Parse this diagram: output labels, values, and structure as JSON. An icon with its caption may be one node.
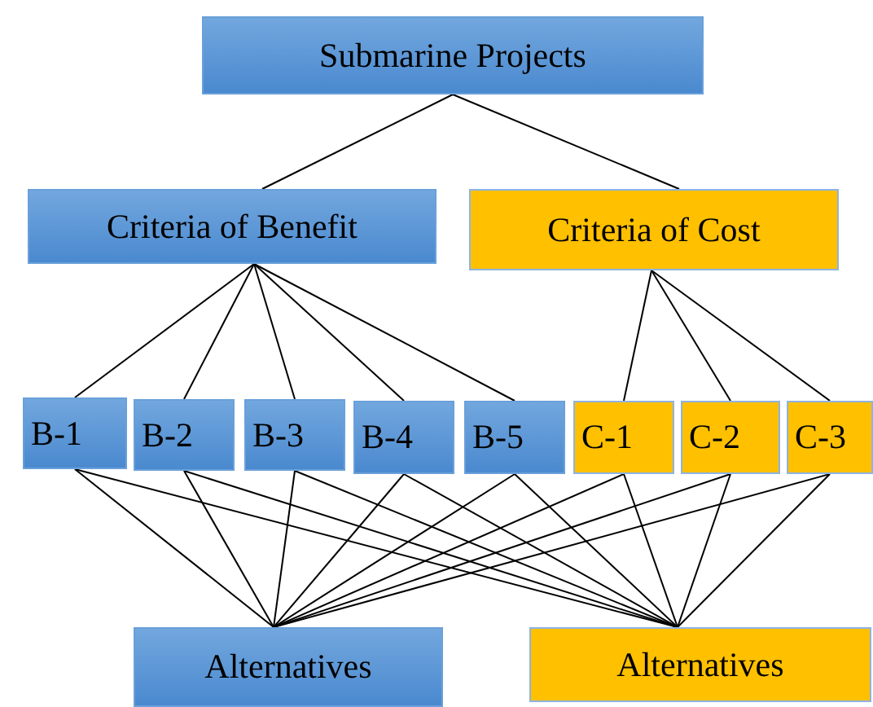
{
  "diagram": {
    "nodes": [
      {
        "text": [
          "Submarine Projects"
        ]
      },
      {
        "text": [
          "Criteria of Benefit"
        ]
      },
      {
        "text": [
          "Criteria of Cost"
        ]
      },
      {
        "text": [
          "B-1"
        ]
      },
      {
        "text": [
          "B-2"
        ]
      },
      {
        "text": [
          "B-3"
        ]
      },
      {
        "text": [
          "B-4"
        ]
      },
      {
        "text": [
          "B-5"
        ]
      },
      {
        "text": [
          "C-1"
        ]
      },
      {
        "text": [
          "C-2"
        ]
      },
      {
        "text": [
          "C-3"
        ]
      },
      {
        "text": [
          "Alternatives"
        ]
      },
      {
        "text": [
          "Alternatives"
        ]
      }
    ],
    "edges": [
      {
        "from": 0,
        "to": 1,
        "arrow": "none"
      },
      {
        "from": 0,
        "to": 2,
        "arrow": "none"
      },
      {
        "from": 1,
        "to": 3,
        "arrow": "none"
      },
      {
        "from": 1,
        "to": 4,
        "arrow": "none"
      },
      {
        "from": 1,
        "to": 5,
        "arrow": "none"
      },
      {
        "from": 1,
        "to": 6,
        "arrow": "none"
      },
      {
        "from": 1,
        "to": 7,
        "arrow": "none"
      },
      {
        "from": 2,
        "to": 8,
        "arrow": "none"
      },
      {
        "from": 2,
        "to": 9,
        "arrow": "none"
      },
      {
        "from": 2,
        "to": 10,
        "arrow": "none"
      },
      {
        "from": 3,
        "to": 11,
        "arrow": "none"
      },
      {
        "from": 3,
        "to": 12,
        "arrow": "none"
      },
      {
        "from": 4,
        "to": 11,
        "arrow": "none"
      },
      {
        "from": 4,
        "to": 12,
        "arrow": "none"
      },
      {
        "from": 5,
        "to": 11,
        "arrow": "none"
      },
      {
        "from": 5,
        "to": 12,
        "arrow": "none"
      },
      {
        "from": 6,
        "to": 11,
        "arrow": "none"
      },
      {
        "from": 6,
        "to": 12,
        "arrow": "none"
      },
      {
        "from": 7,
        "to": 11,
        "arrow": "none"
      },
      {
        "from": 7,
        "to": 12,
        "arrow": "none"
      },
      {
        "from": 8,
        "to": 11,
        "arrow": "none"
      },
      {
        "from": 8,
        "to": 12,
        "arrow": "none"
      },
      {
        "from": 9,
        "to": 11,
        "arrow": "none"
      },
      {
        "from": 9,
        "to": 12,
        "arrow": "none"
      },
      {
        "from": 10,
        "to": 11,
        "arrow": "none"
      },
      {
        "from": 10,
        "to": 12,
        "arrow": "none"
      }
    ]
  }
}
